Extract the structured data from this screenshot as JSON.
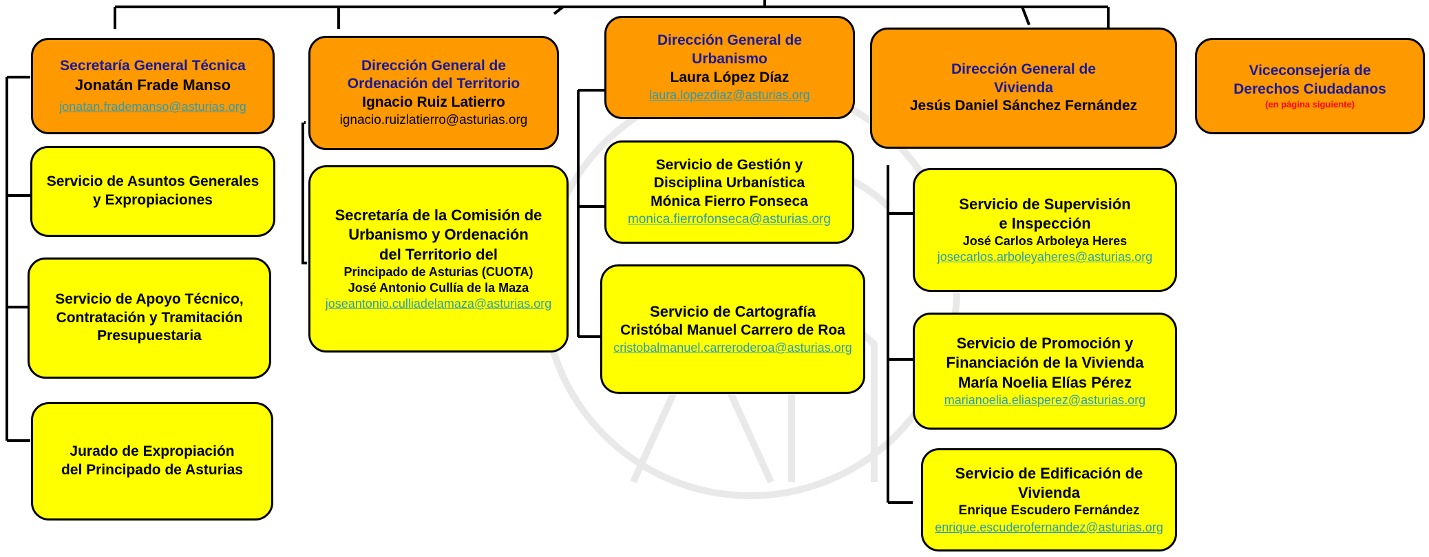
{
  "accent": {
    "orange": "#ff9900",
    "yellow": "#ffff00",
    "title_blue": "#1a1a99",
    "email": "#2e9bb0",
    "note_red": "#ff0000"
  },
  "boxes": {
    "sgt": {
      "title": "Secretaría General Técnica",
      "person": "Jonatán Frade Manso",
      "email": "jonatan.frademanso@asturias.org"
    },
    "sgt_s1": {
      "line1": "Servicio de Asuntos Generales",
      "line2": "y Expropiaciones"
    },
    "sgt_s2": {
      "line1": "Servicio de Apoyo Técnico,",
      "line2": "Contratación y Tramitación",
      "line3": "Presupuestaria"
    },
    "sgt_s3": {
      "line1": "Jurado de Expropiación",
      "line2": "del Principado de Asturias"
    },
    "dgot": {
      "title1": "Dirección General de",
      "title2": "Ordenación del Territorio",
      "person": "Ignacio Ruiz Latierro",
      "email": "ignacio.ruizlatierro@asturias.org"
    },
    "cuota": {
      "line1": "Secretaría de la Comisión de",
      "line2": "Urbanismo y Ordenación",
      "line3": "del Territorio del",
      "line4": "Principado de Asturias (CUOTA)",
      "person": "José Antonio Cullía de la Maza",
      "email": "joseantonio.culliadelamaza@asturias.org"
    },
    "dgu": {
      "title1": "Dirección General de",
      "title2": "Urbanismo",
      "person": "Laura López Díaz",
      "email": "laura.lopezdiaz@asturias.org"
    },
    "gdu": {
      "line1": "Servicio de Gestión y",
      "line2": "Disciplina Urbanística",
      "person": "Mónica Fierro Fonseca",
      "email": "monica.fierrofonseca@asturias.org"
    },
    "cart": {
      "line1": "Servicio de Cartografía",
      "person": "Cristóbal Manuel Carrero de Roa",
      "email": "cristobalmanuel.carreroderoa@asturias.org"
    },
    "dgv": {
      "title1": "Dirección General de",
      "title2": "Vivienda",
      "person": "Jesús Daniel Sánchez Fernández"
    },
    "sup": {
      "line1": "Servicio de Supervisión",
      "line2": "e Inspección",
      "person": "José Carlos Arboleya Heres",
      "email": "josecarlos.arboleyaheres@asturias.org"
    },
    "prom": {
      "line1": "Servicio de Promoción y",
      "line2": "Financiación de la Vivienda",
      "person": "María Noelia Elías Pérez",
      "email": "marianoelia.eliasperez@asturias.org"
    },
    "edif": {
      "line1": "Servicio de Edificación de",
      "line2": "Vivienda",
      "person": "Enrique Escudero Fernández",
      "email": "enrique.escuderofernandez@asturias.org"
    },
    "vdc": {
      "title1": "Viceconsejería de",
      "title2": "Derechos Ciudadanos",
      "note": "(en página siguiente)"
    }
  }
}
